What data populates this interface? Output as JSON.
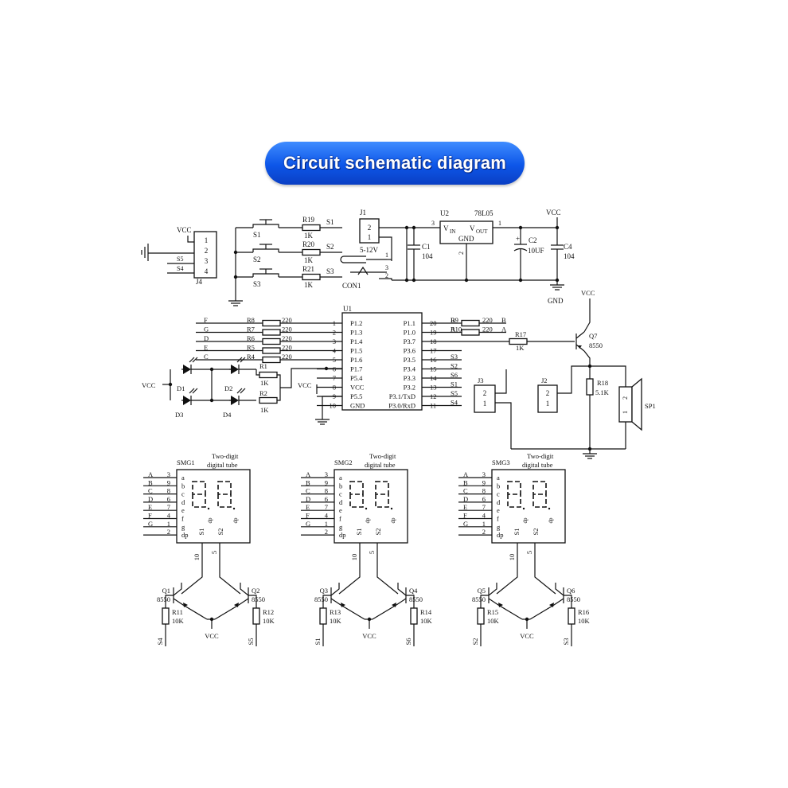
{
  "title": "Circuit schematic diagram",
  "colors": {
    "banner": "#1565f0",
    "ink": "#111111",
    "background": "#ffffff"
  },
  "power": {
    "j4": {
      "ref": "J4",
      "vcc": "VCC",
      "pins": [
        "1",
        "2",
        "3",
        "4"
      ],
      "nets": [
        "S5",
        "S4"
      ]
    },
    "switches": [
      {
        "ref": "S1",
        "res": "R19",
        "val": "1K",
        "net": "S1"
      },
      {
        "ref": "S2",
        "res": "R20",
        "val": "1K",
        "net": "S2"
      },
      {
        "ref": "S3",
        "res": "R21",
        "val": "1K",
        "net": "S3"
      }
    ],
    "j1": {
      "ref": "J1",
      "pins": [
        "2",
        "1"
      ],
      "range": "5-12V",
      "con": "CON1",
      "con_pins": [
        "1",
        "3",
        "2"
      ]
    },
    "u2": {
      "ref": "U2",
      "part": "78L05",
      "vin": "V",
      "vin_sub": "IN",
      "vout": "V",
      "vout_sub": "OUT",
      "gnd": "GND",
      "pin_in": "3",
      "pin_out": "1",
      "pin_gnd": "2"
    },
    "c1": {
      "ref": "C1",
      "val": "104"
    },
    "c2": {
      "ref": "C2",
      "val": "10UF"
    },
    "c4": {
      "ref": "C4",
      "val": "104"
    },
    "vcc": "VCC",
    "gnd": "GND"
  },
  "mcu": {
    "ref": "U1",
    "left_nets": [
      "F",
      "G",
      "D",
      "E",
      "C"
    ],
    "left_res": [
      "R8",
      "R7",
      "R6",
      "R5",
      "R4"
    ],
    "left_val": "220",
    "left_pins": [
      {
        "num": "1",
        "name": "P1.2"
      },
      {
        "num": "2",
        "name": "P1.3"
      },
      {
        "num": "3",
        "name": "P1.4"
      },
      {
        "num": "4",
        "name": "P1.5"
      },
      {
        "num": "5",
        "name": "P1.6"
      },
      {
        "num": "6",
        "name": "P1.7"
      },
      {
        "num": "7",
        "name": "P5.4"
      },
      {
        "num": "8",
        "name": "VCC"
      },
      {
        "num": "9",
        "name": "P5.5"
      },
      {
        "num": "10",
        "name": "GND"
      }
    ],
    "right_pins": [
      {
        "num": "20",
        "name": "P1.1",
        "net": "B"
      },
      {
        "num": "19",
        "name": "P1.0",
        "net": "A"
      },
      {
        "num": "18",
        "name": "P3.7",
        "net": ""
      },
      {
        "num": "17",
        "name": "P3.6",
        "net": ""
      },
      {
        "num": "16",
        "name": "P3.5",
        "net": "S3"
      },
      {
        "num": "15",
        "name": "P3.4",
        "net": "S2"
      },
      {
        "num": "14",
        "name": "P3.3",
        "net": "S6"
      },
      {
        "num": "13",
        "name": "P3.2",
        "net": "S1"
      },
      {
        "num": "12",
        "name": "P3.1/TxD",
        "net": "S5"
      },
      {
        "num": "11",
        "name": "P3.0/RxD",
        "net": "S4"
      }
    ],
    "r9": {
      "ref": "R9",
      "val": "220"
    },
    "r10": {
      "ref": "R10",
      "val": "220"
    },
    "r17": {
      "ref": "R17",
      "val": "1K"
    },
    "q7": {
      "ref": "Q7",
      "part": "8550",
      "vcc": "VCC"
    },
    "r18": {
      "ref": "R18",
      "val": "5.1K"
    },
    "sp": {
      "ref": "SP1",
      "pins": [
        "2",
        "1"
      ]
    },
    "j3": {
      "ref": "J3",
      "pins": [
        "2",
        "1"
      ]
    },
    "j2": {
      "ref": "J2",
      "pins": [
        "2",
        "1"
      ]
    },
    "leds": {
      "vcc": "VCC",
      "d": [
        "D1",
        "D2",
        "D3",
        "D4"
      ],
      "r1": {
        "ref": "R1",
        "val": "1K"
      },
      "r2": {
        "ref": "R2",
        "val": "1K"
      }
    },
    "vcc_label": "VCC",
    "pin_label_8": "8"
  },
  "displays": [
    {
      "ref": "SMG1",
      "caption": [
        "Two-digit",
        "digital tube"
      ],
      "qa": "Q1",
      "qb": "Q2",
      "part": "8550",
      "ra": {
        "ref": "R11",
        "val": "10K"
      },
      "rb": {
        "ref": "R12",
        "val": "10K"
      },
      "na": "S4",
      "nb": "S5",
      "vcc": "VCC"
    },
    {
      "ref": "SMG2",
      "caption": [
        "Two-digit",
        "digital tube"
      ],
      "qa": "Q3",
      "qb": "Q4",
      "part": "8550",
      "ra": {
        "ref": "R13",
        "val": "10K"
      },
      "rb": {
        "ref": "R14",
        "val": "10K"
      },
      "na": "S1",
      "nb": "S6",
      "vcc": "VCC"
    },
    {
      "ref": "SMG3",
      "caption": [
        "Two-digit",
        "digital tube"
      ],
      "qa": "Q5",
      "qb": "Q6",
      "part": "8550",
      "ra": {
        "ref": "R15",
        "val": "10K"
      },
      "rb": {
        "ref": "R16",
        "val": "10K"
      },
      "na": "S2",
      "nb": "S3",
      "vcc": "VCC"
    }
  ],
  "display_common": {
    "nets": [
      "A",
      "B",
      "C",
      "D",
      "E",
      "F",
      "G",
      ""
    ],
    "pins": [
      "3",
      "9",
      "8",
      "6",
      "7",
      "4",
      "1",
      "2"
    ],
    "segs": [
      "a",
      "b",
      "c",
      "d",
      "e",
      "f",
      "g",
      "dp"
    ],
    "digit_pins": [
      "10",
      "5"
    ],
    "digit_labels": [
      "S1",
      "S2"
    ],
    "dp": "dp"
  }
}
